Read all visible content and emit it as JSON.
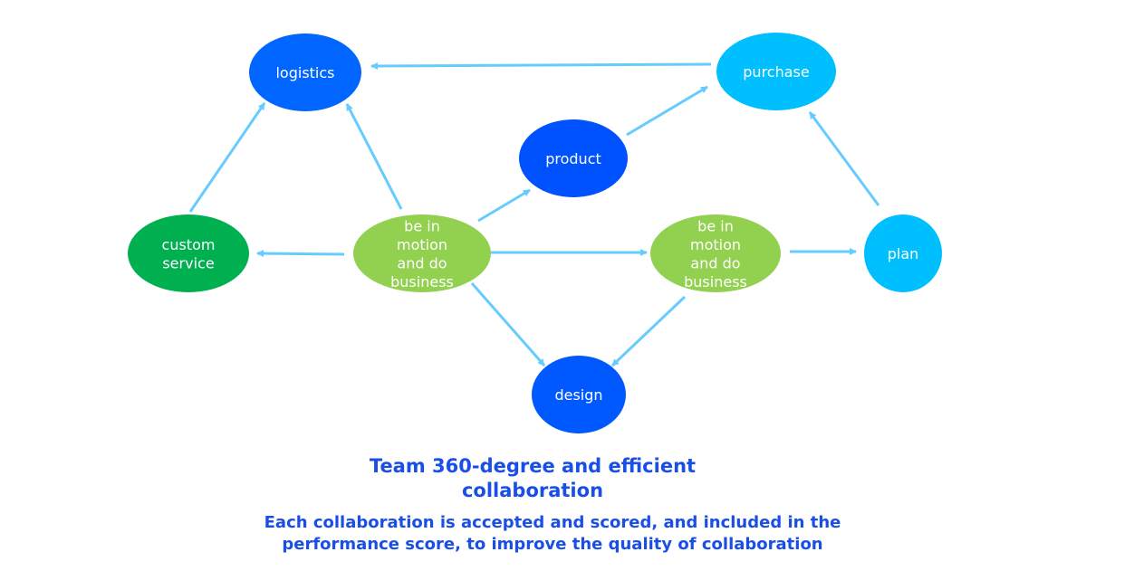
{
  "diagram": {
    "nodes": [
      {
        "id": "logistics",
        "label": [
          "logistics"
        ],
        "color": "#0066ff"
      },
      {
        "id": "purchase",
        "label": [
          "purchase"
        ],
        "color": "#00bfff"
      },
      {
        "id": "product",
        "label": [
          "product"
        ],
        "color": "#0052ff"
      },
      {
        "id": "custom_service",
        "label": [
          "custom",
          "service"
        ],
        "color": "#00b050"
      },
      {
        "id": "business_1",
        "label": [
          "be in",
          "motion",
          "and do",
          "business"
        ],
        "color": "#92d050"
      },
      {
        "id": "business_2",
        "label": [
          "be in",
          "motion",
          "and do",
          "business"
        ],
        "color": "#92d050"
      },
      {
        "id": "plan",
        "label": [
          "plan"
        ],
        "color": "#00bfff"
      },
      {
        "id": "design",
        "label": [
          "design"
        ],
        "color": "#0059ff"
      }
    ],
    "edges": [
      {
        "from": "purchase",
        "to": "logistics"
      },
      {
        "from": "custom_service",
        "to": "logistics"
      },
      {
        "from": "business_1",
        "to": "logistics"
      },
      {
        "from": "business_1",
        "to": "custom_service"
      },
      {
        "from": "business_1",
        "to": "product"
      },
      {
        "from": "product",
        "to": "purchase"
      },
      {
        "from": "business_1",
        "to": "business_2"
      },
      {
        "from": "business_1",
        "to": "design"
      },
      {
        "from": "business_2",
        "to": "design"
      },
      {
        "from": "business_2",
        "to": "plan"
      },
      {
        "from": "plan",
        "to": "purchase"
      }
    ],
    "edge_color": "#66ccff"
  },
  "caption": {
    "title": "Team 360-degree and efficient collaboration",
    "subtitle": "Each collaboration is accepted and scored, and included in the performance score, to improve the quality of collaboration"
  }
}
